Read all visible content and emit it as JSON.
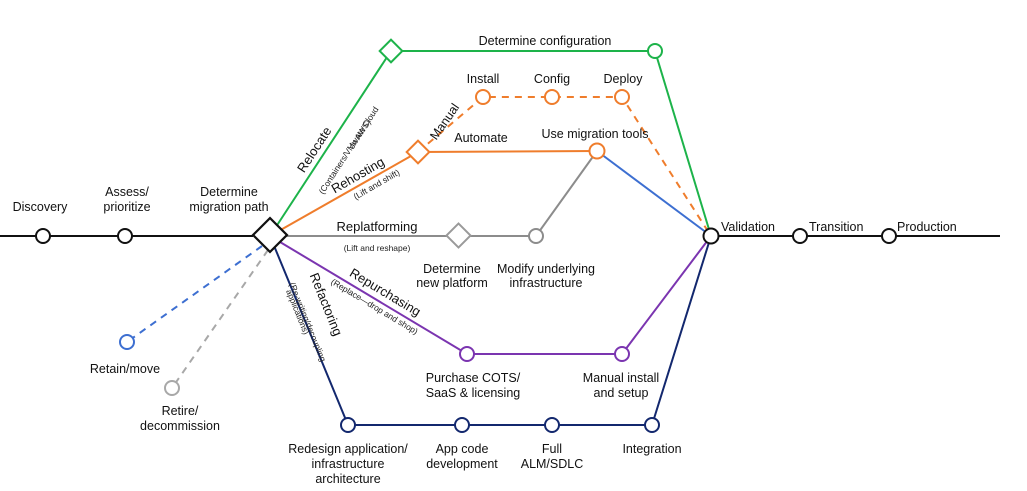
{
  "colors": {
    "main": "#111111",
    "relocate": "#1db34a",
    "rehosting": "#ef7d2c",
    "replatforming": "#8c8c8c",
    "repurchasing": "#7b35b0",
    "refactoring": "#13286e",
    "retain": "#3d6fd1",
    "retire": "#a8a8a8"
  },
  "main_line": {
    "discovery": "Discovery",
    "assess_1": "Assess/",
    "assess_2": "prioritize",
    "determine_1": "Determine",
    "determine_2": "migration path",
    "validation": "Validation",
    "transition": "Transition",
    "production": "Production"
  },
  "relocate": {
    "name": "Relocate",
    "sub_1": "(Containers/VMware Cloud",
    "sub_2": "on AWS)",
    "step": "Determine configuration"
  },
  "rehosting": {
    "name": "Rehosting",
    "sub": "(Lift and shift)",
    "manual": "Manual",
    "automate": "Automate",
    "install": "Install",
    "config": "Config",
    "deploy": "Deploy",
    "tools": "Use migration tools"
  },
  "replatforming": {
    "name": "Replatforming",
    "sub": "(Lift and reshape)",
    "platform_1": "Determine",
    "platform_2": "new platform",
    "infra_1": "Modify underlying",
    "infra_2": "infrastructure"
  },
  "repurchasing": {
    "name": "Repurchasing",
    "sub": "(Replace—drop and shop)",
    "purchase_1": "Purchase COTS/",
    "purchase_2": "SaaS & licensing",
    "manual_1": "Manual install",
    "manual_2": "and setup"
  },
  "refactoring": {
    "name": "Refactoring",
    "sub_1": "(Re-writing/decoupling",
    "sub_2": "applications)",
    "redesign_1": "Redesign application/",
    "redesign_2": "infrastructure",
    "redesign_3": "architecture",
    "appcode_1": "App code",
    "appcode_2": "development",
    "alm_1": "Full",
    "alm_2": "ALM/SDLC",
    "integration": "Integration"
  },
  "retain": {
    "label": "Retain/move"
  },
  "retire": {
    "label_1": "Retire/",
    "label_2": "decommission"
  }
}
